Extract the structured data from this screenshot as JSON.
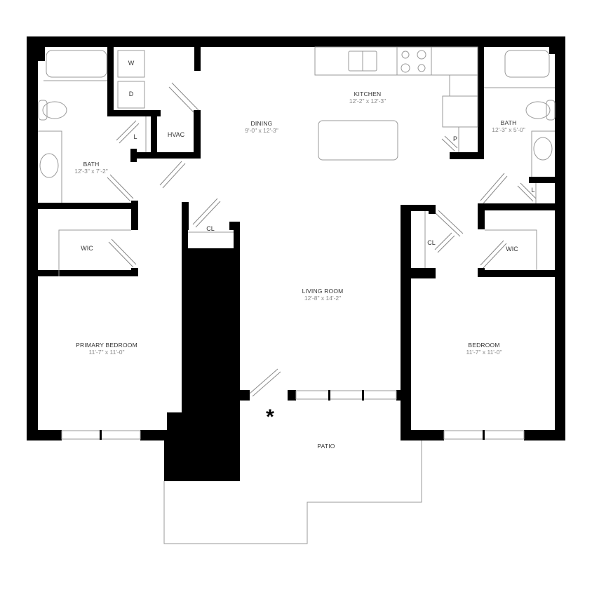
{
  "floorplan": {
    "rooms": [
      {
        "id": "kitchen",
        "name": "KITCHEN",
        "dims": "12'-2\" x 12'-3\""
      },
      {
        "id": "dining",
        "name": "DINING",
        "dims": "9'-0\" x 12'-3\""
      },
      {
        "id": "bath_primary",
        "name": "BATH",
        "dims": "12'-3\" x 7'-2\""
      },
      {
        "id": "bath_secondary",
        "name": "BATH",
        "dims": "12'-3\" x 5'-0\""
      },
      {
        "id": "living",
        "name": "LIVING ROOM",
        "dims": "12'-8\" x 14'-2\""
      },
      {
        "id": "primary_bedroom",
        "name": "PRIMARY BEDROOM",
        "dims": "11'-7\" x 11'-0\""
      },
      {
        "id": "bedroom",
        "name": "BEDROOM",
        "dims": "11'-7\" x 11'-0\""
      },
      {
        "id": "patio",
        "name": "PATIO",
        "dims": ""
      }
    ],
    "small_labels": {
      "washer": "W",
      "dryer": "D",
      "hvac": "HVAC",
      "linen_left": "L",
      "linen_right": "L",
      "pantry": "P",
      "wic_left": "WIC",
      "wic_right": "WIC",
      "closet_center": "CL",
      "closet_right": "CL"
    },
    "marker": "*",
    "colors": {
      "wall": "#000000",
      "fixture": "#999999",
      "text": "#333333",
      "dim_text": "#888888"
    }
  }
}
